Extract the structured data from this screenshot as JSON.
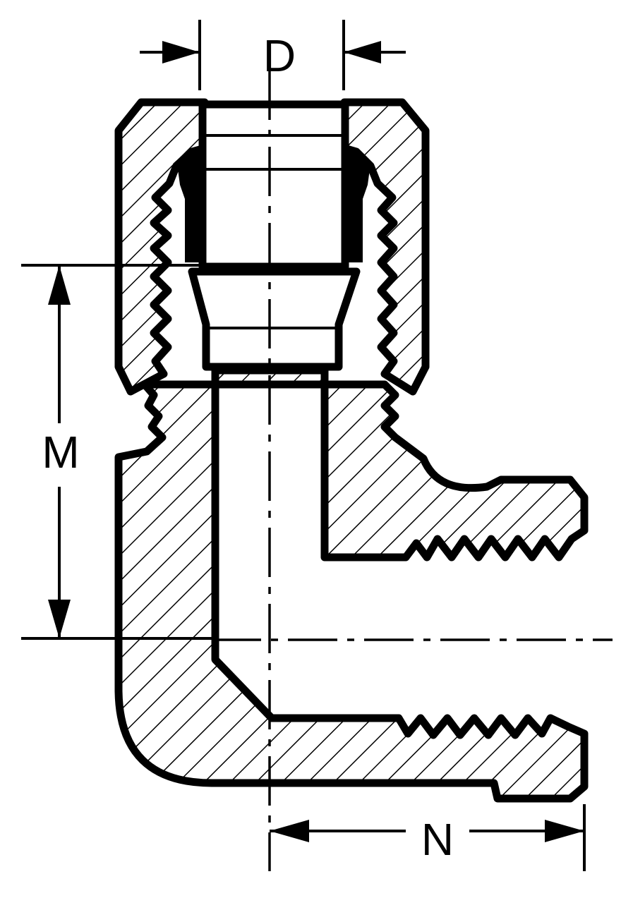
{
  "diagram": {
    "dimensions": {
      "d_label": "D",
      "m_label": "M",
      "n_label": "N"
    }
  }
}
